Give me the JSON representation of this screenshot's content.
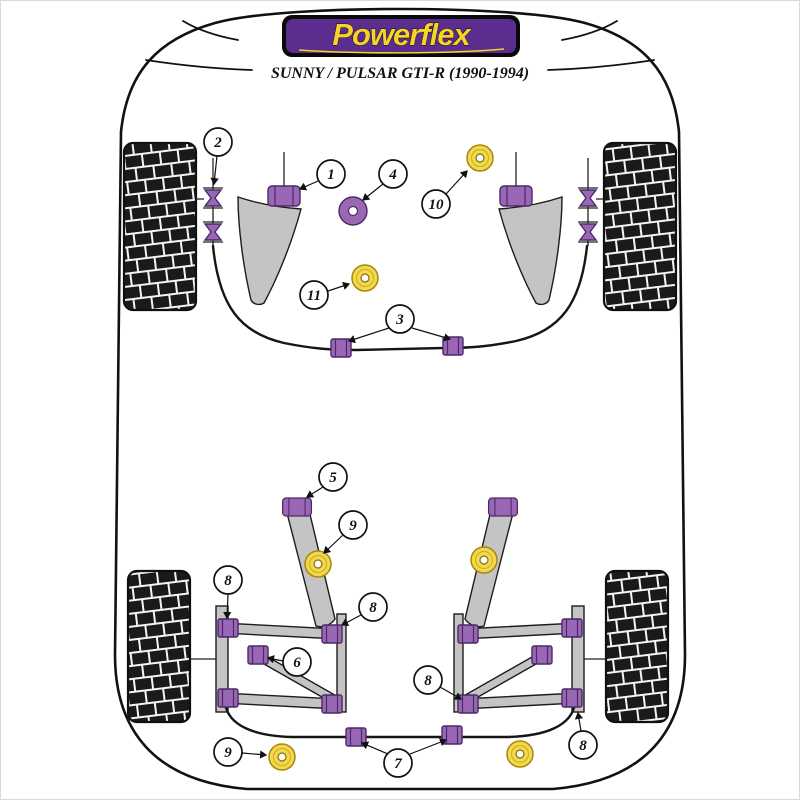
{
  "logo": {
    "text": "Powerflex"
  },
  "page": {
    "subtitle": "SUNNY / PULSAR GTI-R (1990-1994)"
  },
  "colors": {
    "bushing_purple": "#9a67b5",
    "bushing_purple_dark": "#4a2a66",
    "bushing_yellow": "#f2d84b",
    "bushing_yellow_dark": "#a8860b",
    "logo_purple": "#5b2d8e",
    "logo_yellow": "#f5d327",
    "logo_black": "#0a0a0a",
    "metal_gray": "#c4c4c4",
    "line_black": "#111111"
  },
  "callouts": [
    {
      "label": "2"
    },
    {
      "label": "1"
    },
    {
      "label": "4"
    },
    {
      "label": "10"
    },
    {
      "label": "11"
    },
    {
      "label": "3"
    },
    {
      "label": "5"
    },
    {
      "label": "9"
    },
    {
      "label": "8"
    },
    {
      "label": "8"
    },
    {
      "label": "6"
    },
    {
      "label": "8"
    },
    {
      "label": "7"
    },
    {
      "label": "9"
    },
    {
      "label": "8"
    }
  ]
}
